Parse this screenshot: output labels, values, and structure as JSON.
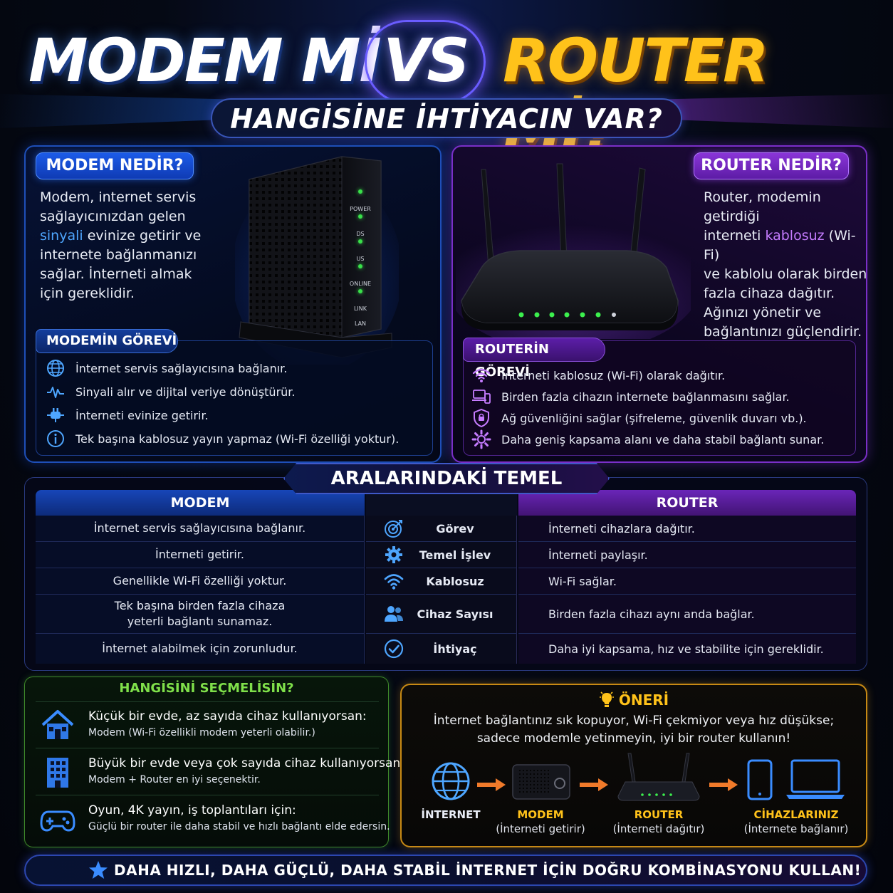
{
  "header": {
    "title_left": "MODEM Mİ",
    "vs": "VS",
    "title_right": "ROUTER Mİ?",
    "subtitle": "HANGİSİNE İHTİYACIN VAR?"
  },
  "modem": {
    "heading": "MODEM NEDİR?",
    "desc": {
      "l1": "Modem, internet servis",
      "l2": "sağlayıcınızdan gelen",
      "l3_hl": "sinyali",
      "l3_rest": " evinize getirir ve",
      "l4": "internete bağlanmanızı",
      "l5": "sağlar. İnterneti almak",
      "l6": "için gereklidir."
    },
    "device_leds": [
      "POWER",
      "DS",
      "US",
      "ONLINE",
      "LINK",
      "LAN"
    ],
    "duty_title": "MODEMİN GÖREVİ",
    "duties": [
      {
        "icon": "globe-icon",
        "text": "İnternet servis sağlayıcısına bağlanır."
      },
      {
        "icon": "signal-wave-icon",
        "text": "Sinyali alır ve dijital veriye dönüştürür."
      },
      {
        "icon": "plug-icon",
        "text": "İnterneti evinize getirir."
      },
      {
        "icon": "info-icon",
        "text": "Tek başına kablosuz yayın yapmaz (Wi-Fi özelliği yoktur)."
      }
    ]
  },
  "router": {
    "heading": "ROUTER NEDİR?",
    "desc": {
      "l1": "Router, modemin getirdiği",
      "l2_pre": "interneti ",
      "l2_hl": "kablosuz",
      "l2_post": " (Wi-Fi)",
      "l3": "ve kablolu olarak birden",
      "l4": "fazla cihaza dağıtır.",
      "l5": "Ağınızı yönetir ve",
      "l6": "bağlantınızı güçlendirir."
    },
    "duty_title": "ROUTERİN GÖREVİ",
    "duties": [
      {
        "icon": "wifi-icon",
        "text": "İnterneti kablosuz (Wi-Fi) olarak dağıtır."
      },
      {
        "icon": "devices-icon",
        "text": "Birden fazla cihazın internete bağlanmasını sağlar."
      },
      {
        "icon": "shield-icon",
        "text": "Ağ güvenliğini sağlar (şifreleme, güvenlik duvarı vb.)."
      },
      {
        "icon": "gear-icon",
        "text": "Daha geniş kapsama alanı ve daha stabil bağlantı sunar."
      }
    ]
  },
  "comparison": {
    "title": "ARALARINDAKİ TEMEL FARKLAR",
    "col_modem": "MODEM",
    "col_router": "ROUTER",
    "rows": [
      {
        "modem": "İnternet servis sağlayıcısına bağlanır.",
        "label": "Görev",
        "icon": "target-icon",
        "router": "İnterneti cihazlara dağıtır."
      },
      {
        "modem": "İnterneti getirir.",
        "label": "Temel İşlev",
        "icon": "gear-icon",
        "router": "İnterneti paylaşır."
      },
      {
        "modem": "Genellikle Wi-Fi özelliği yoktur.",
        "label": "Kablosuz",
        "icon": "wifi-icon",
        "router": "Wi-Fi sağlar."
      },
      {
        "modem_l1": "Tek başına birden fazla cihaza",
        "modem_l2": "yeterli bağlantı sunamaz.",
        "label": "Cihaz Sayısı",
        "icon": "users-icon",
        "router": "Birden fazla cihazı aynı anda bağlar."
      },
      {
        "modem": "İnternet alabilmek için zorunludur.",
        "label": "İhtiyaç",
        "icon": "check-circle-icon",
        "router": "Daha iyi kapsama, hız ve stabilite için gereklidir."
      }
    ]
  },
  "choose": {
    "title": "HANGİSİNİ SEÇMELİSİN?",
    "items": [
      {
        "icon": "house-icon",
        "title": "Küçük bir evde, az sayıda cihaz kullanıyorsan:",
        "sub": "Modem (Wi-Fi özellikli modem yeterli olabilir.)"
      },
      {
        "icon": "building-icon",
        "title": "Büyük bir evde veya çok sayıda cihaz kullanıyorsan:",
        "sub": "Modem + Router en iyi seçenektir."
      },
      {
        "icon": "gamepad-icon",
        "title": "Oyun, 4K yayın, iş toplantıları için:",
        "sub": "Güçlü bir router ile daha stabil ve hızlı bağlantı elde edersin."
      }
    ]
  },
  "tip": {
    "title": "ÖNERİ",
    "l1": "İnternet bağlantınız sık kopuyor, Wi-Fi çekmiyor veya hız düşükse;",
    "l2": "sadece modemle yetinmeyin, iyi bir router kullanın!",
    "flow": [
      {
        "icon": "globe-icon",
        "name": "İNTERNET",
        "sub": ""
      },
      {
        "icon": "modem-icon",
        "name": "MODEM",
        "sub": "(İnterneti getirir)"
      },
      {
        "icon": "router-icon",
        "name": "ROUTER",
        "sub": "(İnterneti dağıtır)"
      },
      {
        "icon": "devices-icon",
        "name": "CİHAZLARINIZ",
        "sub": "(İnternete bağlanır)"
      }
    ]
  },
  "footer": {
    "text": "DAHA HIZLI, DAHA GÜÇLÜ, DAHA STABİL İNTERNET İÇİN DOĞRU KOMBİNASYONU KULLAN!"
  },
  "colors": {
    "modem_blue": "#1c5be8",
    "router_purple": "#8a35d8",
    "accent_yellow": "#ffc21a",
    "choose_green": "#7fe04a",
    "arrow_orange": "#f07a2a"
  }
}
